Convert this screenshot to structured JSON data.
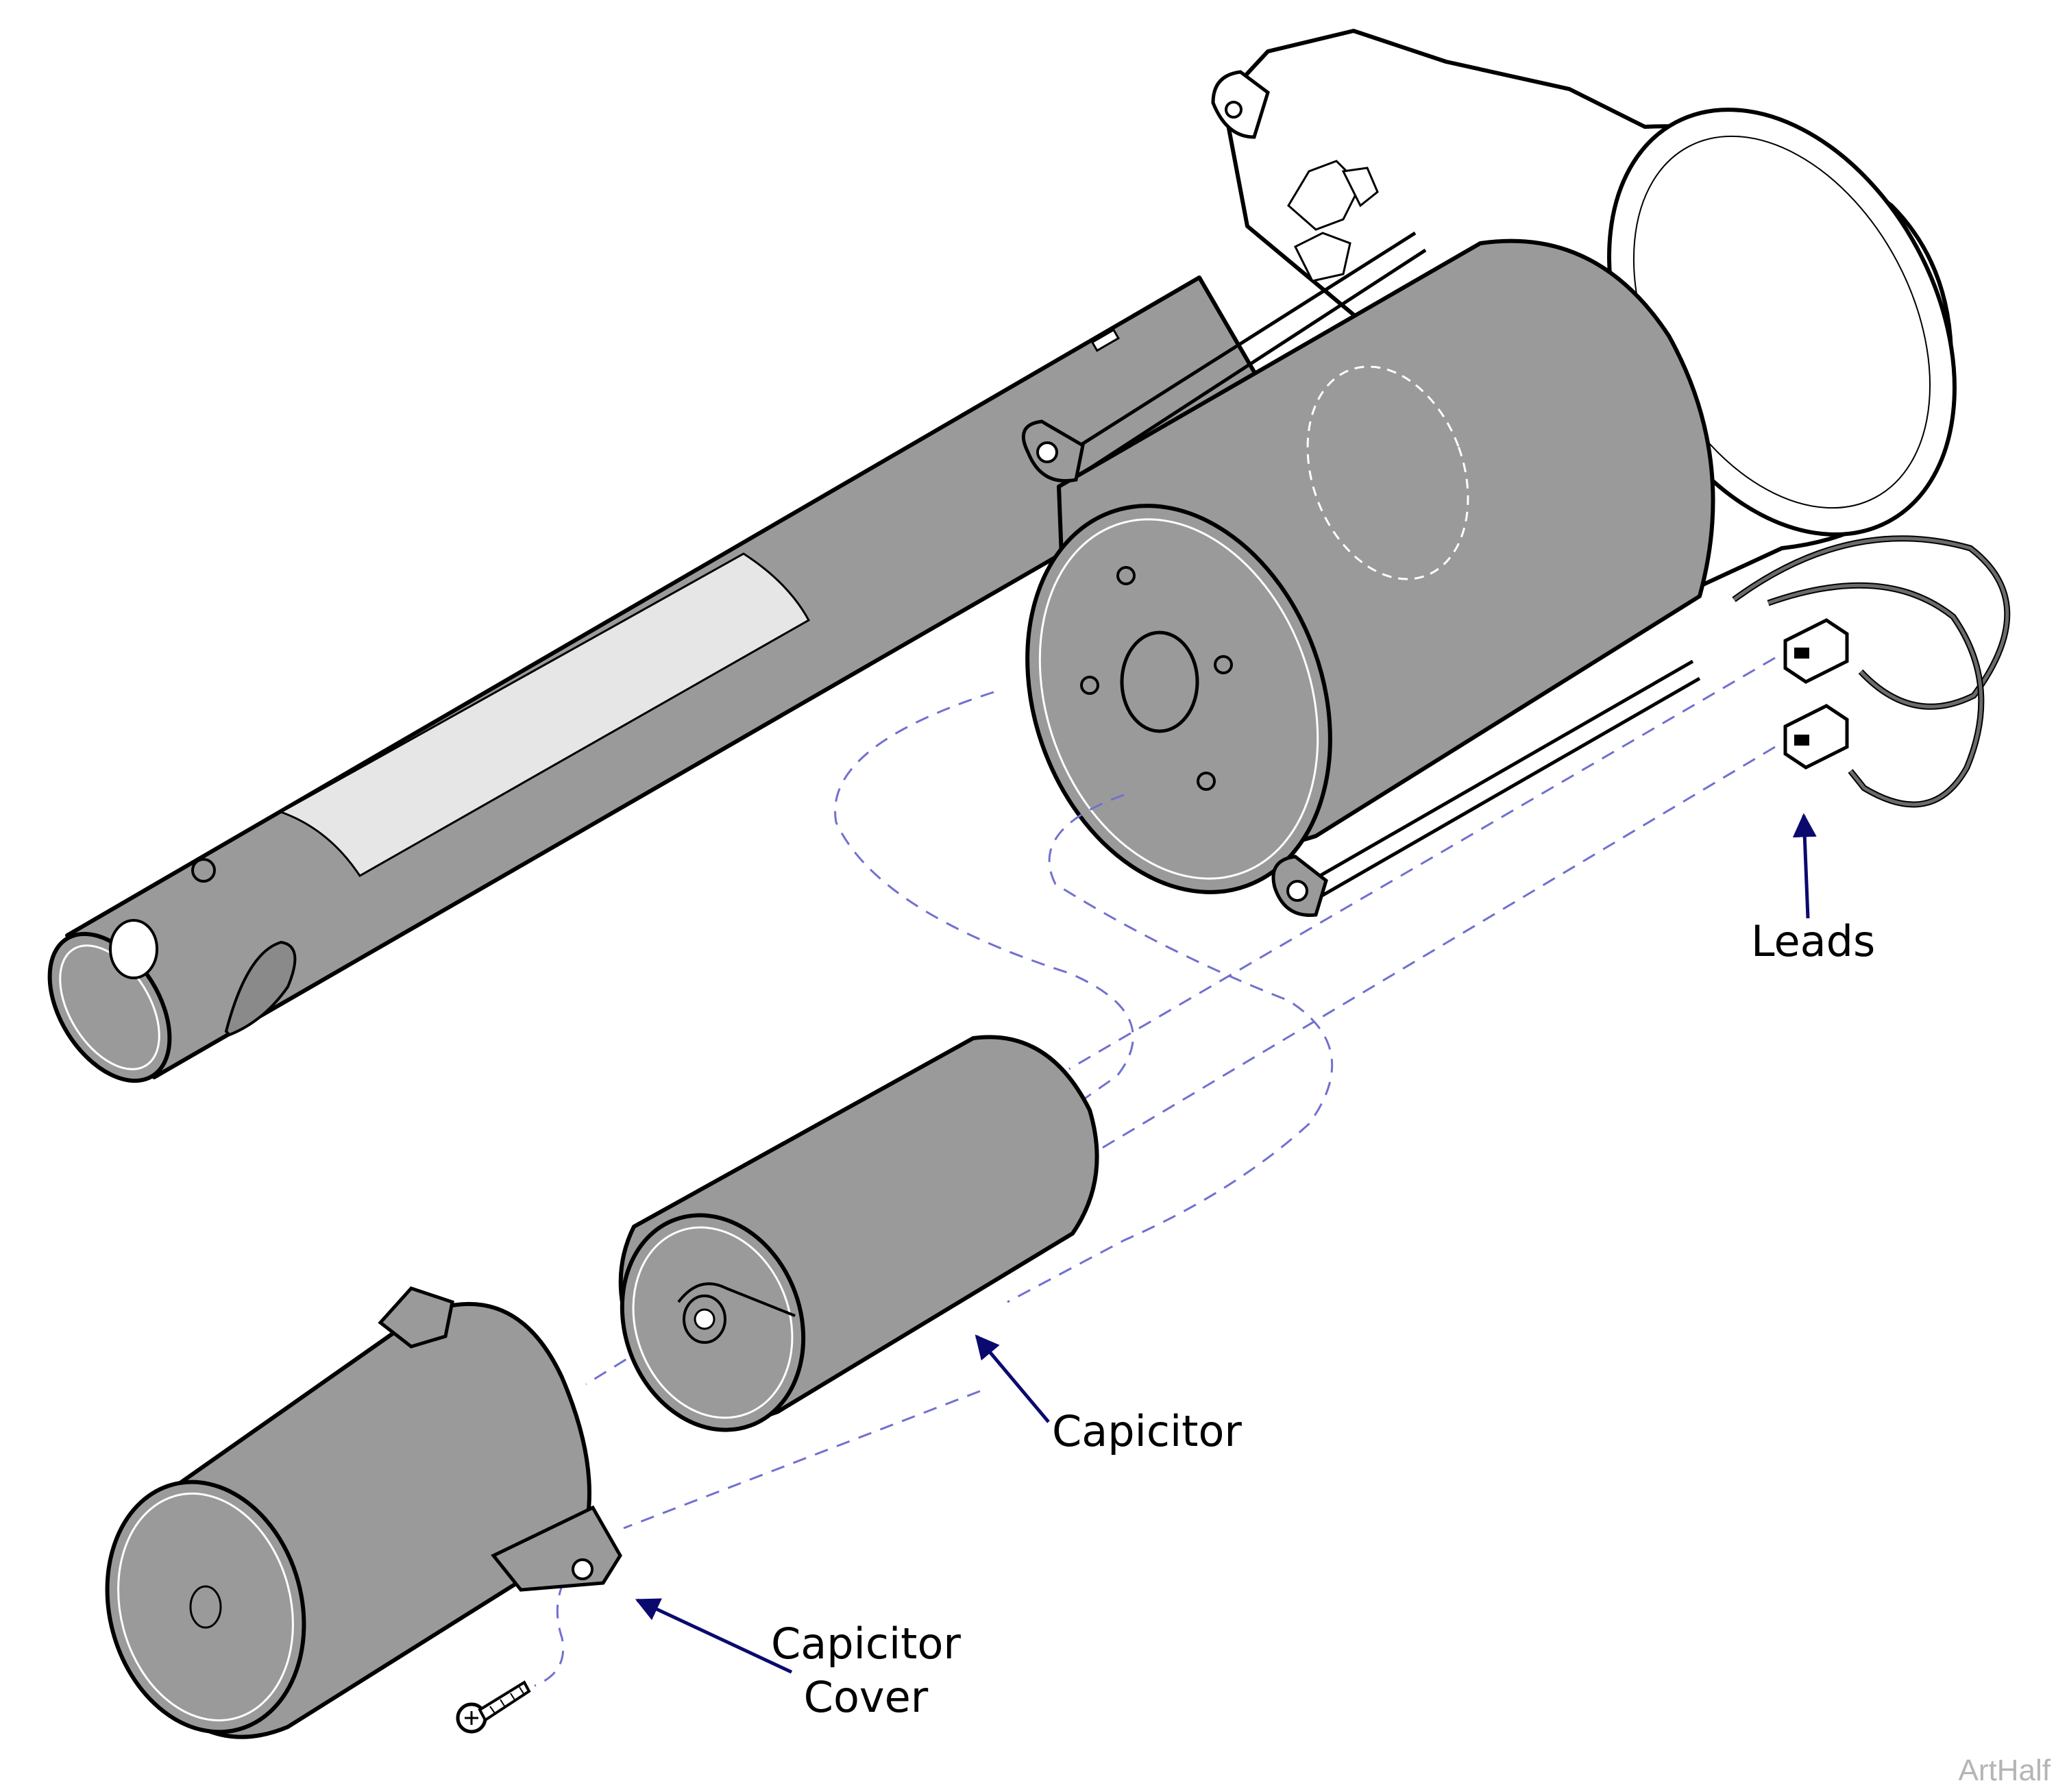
{
  "labels": {
    "leads": "Leads",
    "capacitor": "Capicitor",
    "capacitor_cover_line1": "Capicitor",
    "capacitor_cover_line2": "Cover"
  },
  "watermark": "ArtHalf",
  "colors": {
    "part_fill": "#9a9a9a",
    "part_fill_dark": "#8a8a8a",
    "housing_fill": "#ffffff",
    "label_patch": "#e6e6e6",
    "outline": "#000000",
    "highlight": "#ffffff",
    "leader_arrow": "#0a0a6e",
    "guide_dash": "#7070d0",
    "lead_wire": "#6b6b6b"
  },
  "icons": {
    "arrow": "arrow-icon",
    "screw": "screw-icon"
  }
}
